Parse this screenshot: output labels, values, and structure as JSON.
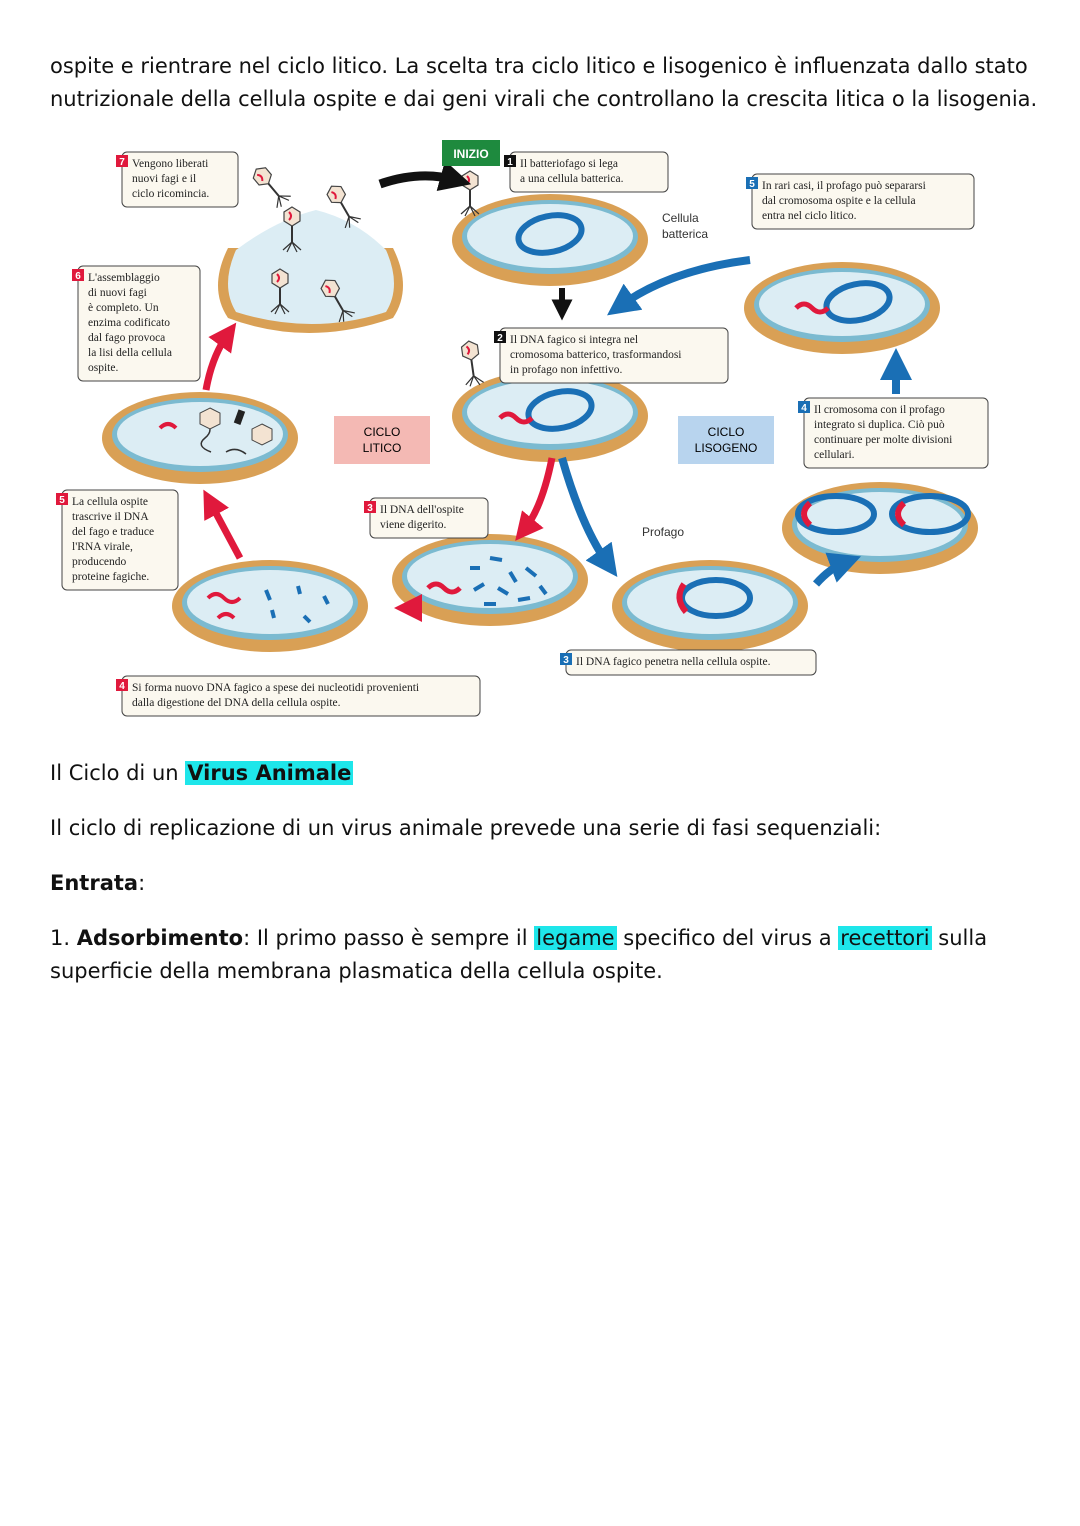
{
  "intro": {
    "line1": "ospite e rientrare nel ciclo litico. La scelta tra ciclo litico e lisogenico è influenzata dallo stato",
    "line2": "nutrizionale della cellula ospite e dai geni virali che controllano la crescita litica o la lisogenia."
  },
  "figure": {
    "start_label": "INIZIO",
    "lytic_label": [
      "CICLO",
      "LITICO"
    ],
    "lysogenic_label": [
      "CICLO",
      "LISOGENO"
    ],
    "cell_label": [
      "Cellula",
      "batterica"
    ],
    "prophage_label": "Profago",
    "colors": {
      "lytic": "#e0193c",
      "lysogenic": "#1a6fb5",
      "cell_outline": "#d79a4b",
      "start_tag": "#1e8a3e"
    },
    "steps": {
      "s1": {
        "num": "1",
        "lines": [
          "Il batteriofago si lega",
          "a una cellula batterica."
        ]
      },
      "s2": {
        "num": "2",
        "lines": [
          "Il DNA fagico si integra nel",
          "cromosoma batterico, trasformandosi",
          "in profago non infettivo."
        ]
      },
      "s3_lyso": {
        "num": "3",
        "lines": [
          "Il DNA fagico penetra nella cellula ospite."
        ]
      },
      "s3_lytic": {
        "num": "3",
        "lines": [
          "Il DNA dell'ospite",
          "viene digerito."
        ]
      },
      "s4_lytic": {
        "num": "4",
        "lines": [
          "Si forma nuovo DNA fagico a spese dei nucleotidi provenienti",
          "dalla digestione del DNA della cellula ospite."
        ]
      },
      "s4_lyso": {
        "num": "4",
        "lines": [
          "Il cromosoma con il profago",
          "integrato si duplica. Ciò può",
          "continuare per molte divisioni",
          "cellulari."
        ]
      },
      "s5_lytic": {
        "num": "5",
        "lines": [
          "La cellula ospite",
          "trascrive il DNA",
          "del fago e traduce",
          "l'RNA virale,",
          "producendo",
          "proteine fagiche."
        ]
      },
      "s5_lyso": {
        "num": "5",
        "lines": [
          "In rari casi, il profago può separarsi",
          "dal cromosoma ospite e la cellula",
          "entra nel ciclo litico."
        ]
      },
      "s6": {
        "num": "6",
        "lines": [
          "L'assemblaggio",
          "di nuovi fagi",
          "è completo. Un",
          "enzima codificato",
          "dal fago provoca",
          "la lisi della cellula",
          "ospite."
        ]
      },
      "s7": {
        "num": "7",
        "lines": [
          "Vengono liberati",
          "nuovi fagi e il",
          "ciclo ricomincia."
        ]
      }
    }
  },
  "section": {
    "heading_prefix": "Il Ciclo di un ",
    "heading_highlight": "Virus Animale",
    "paragraph": "Il ciclo di replicazione di un virus animale prevede una serie di fasi sequenziali:",
    "entry_label": "Entrata",
    "entry_colon": ":",
    "step_number": "1. ",
    "step_term": "Adsorbimento",
    "step_text_a": ": Il primo passo è sempre il ",
    "step_hl1": "legame",
    "step_text_b": " specifico del virus a ",
    "step_hl2": "recettori",
    "step_text_c": " sulla",
    "step_line2": "superficie della membrana plasmatica della cellula ospite."
  }
}
